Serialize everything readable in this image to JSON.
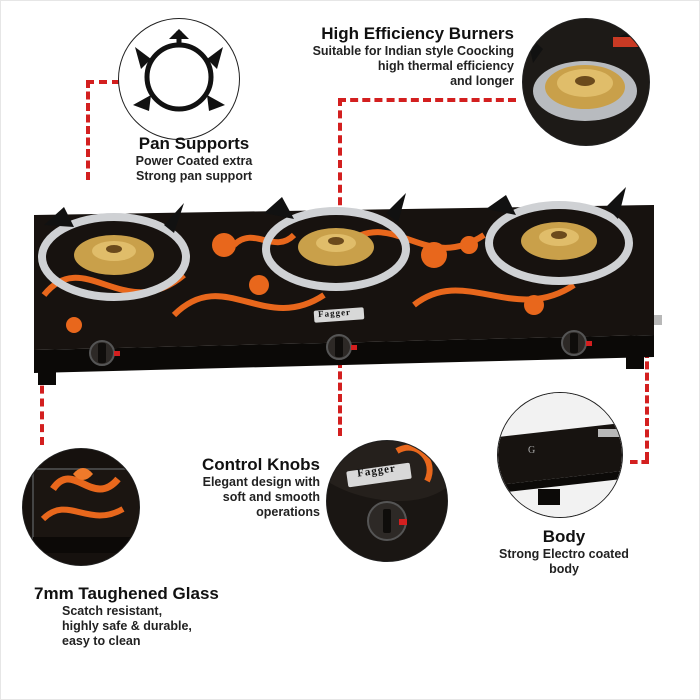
{
  "colors": {
    "accent": "#d31f1f",
    "glass_black": "#15120f",
    "floral_orange": "#e8671c",
    "brass": "#c9a04a",
    "steel": "#c7c9cc"
  },
  "features": {
    "pan_supports": {
      "title": "Pan Supports",
      "lines": [
        "Power Coated extra",
        "Strong pan support"
      ]
    },
    "burners": {
      "title": "High Efficiency Burners",
      "lines": [
        "Suitable for Indian style Coocking",
        "high thermal efficiency",
        "and longer"
      ]
    },
    "knobs": {
      "title": "Control Knobs",
      "lines": [
        "Elegant design with",
        "soft and smooth",
        "operations"
      ]
    },
    "body": {
      "title": "Body",
      "lines": [
        "Strong Electro coated",
        "body"
      ]
    },
    "glass": {
      "title": "7mm Taughened Glass",
      "lines": [
        "Scatch resistant,",
        "highly safe & durable,",
        "easy to clean"
      ]
    }
  },
  "product": {
    "brand": "Fagger"
  }
}
